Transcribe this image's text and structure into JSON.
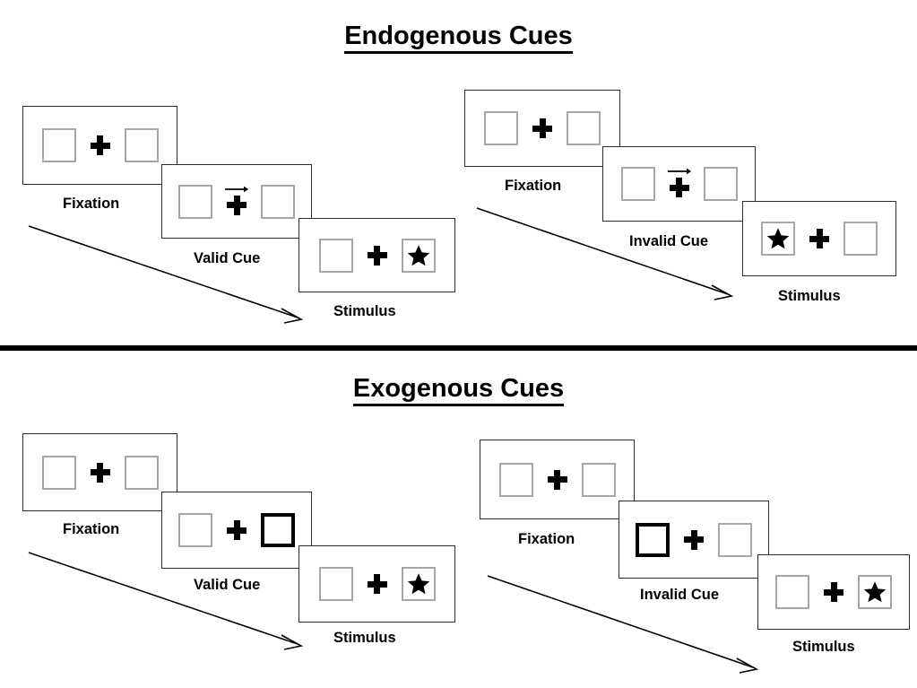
{
  "figure": {
    "type": "diagram",
    "description": "Posner cueing paradigm trial sequences for endogenous and exogenous cues"
  },
  "sections": [
    {
      "id": "endogenous",
      "title": "Endogenous Cues",
      "conditions": [
        {
          "id": "endogenous-valid",
          "cue_label": "Valid Cue",
          "frames": [
            {
              "name": "fixation",
              "label": "Fixation",
              "left_box": "empty",
              "right_box": "empty",
              "cue": "none",
              "center": "plus"
            },
            {
              "name": "cue",
              "label": "Valid Cue",
              "left_box": "empty",
              "right_box": "empty",
              "cue": "arrow-right",
              "center": "plus"
            },
            {
              "name": "stimulus",
              "label": "Stimulus",
              "left_box": "empty",
              "right_box": "star",
              "cue": "none",
              "center": "plus"
            }
          ]
        },
        {
          "id": "endogenous-invalid",
          "cue_label": "Invalid Cue",
          "frames": [
            {
              "name": "fixation",
              "label": "Fixation",
              "left_box": "empty",
              "right_box": "empty",
              "cue": "none",
              "center": "plus"
            },
            {
              "name": "cue",
              "label": "Invalid Cue",
              "left_box": "empty",
              "right_box": "empty",
              "cue": "arrow-right",
              "center": "plus"
            },
            {
              "name": "stimulus",
              "label": "Stimulus",
              "left_box": "star",
              "right_box": "empty",
              "cue": "none",
              "center": "plus"
            }
          ]
        }
      ]
    },
    {
      "id": "exogenous",
      "title": "Exogenous Cues",
      "conditions": [
        {
          "id": "exogenous-valid",
          "cue_label": "Valid Cue",
          "frames": [
            {
              "name": "fixation",
              "label": "Fixation",
              "left_box": "empty",
              "right_box": "empty",
              "cue": "none",
              "center": "plus"
            },
            {
              "name": "cue",
              "label": "Valid Cue",
              "left_box": "empty",
              "right_box": "highlighted",
              "cue": "box-flash-right",
              "center": "plus"
            },
            {
              "name": "stimulus",
              "label": "Stimulus",
              "left_box": "empty",
              "right_box": "star",
              "cue": "none",
              "center": "plus"
            }
          ]
        },
        {
          "id": "exogenous-invalid",
          "cue_label": "Invalid Cue",
          "frames": [
            {
              "name": "fixation",
              "label": "Fixation",
              "left_box": "empty",
              "right_box": "empty",
              "cue": "none",
              "center": "plus"
            },
            {
              "name": "cue",
              "label": "Invalid Cue",
              "left_box": "highlighted",
              "right_box": "empty",
              "cue": "box-flash-left",
              "center": "plus"
            },
            {
              "name": "stimulus",
              "label": "Stimulus",
              "left_box": "empty",
              "right_box": "star",
              "cue": "none",
              "center": "plus"
            }
          ]
        }
      ]
    }
  ],
  "labels": {
    "fixation": "Fixation",
    "valid_cue": "Valid Cue",
    "invalid_cue": "Invalid Cue",
    "stimulus": "Stimulus"
  },
  "icons": {
    "fixation_cross": "plus-icon",
    "target_star": "star-icon",
    "cue_arrow": "arrow-right-icon",
    "time_arrow": "time-flow-arrow-icon"
  },
  "colors": {
    "background": "#ffffff",
    "ink": "#000000",
    "panel_border": "#2b2b2b",
    "box_border": "#a6a6a6",
    "cued_box_border": "#000000",
    "divider": "#000000"
  }
}
